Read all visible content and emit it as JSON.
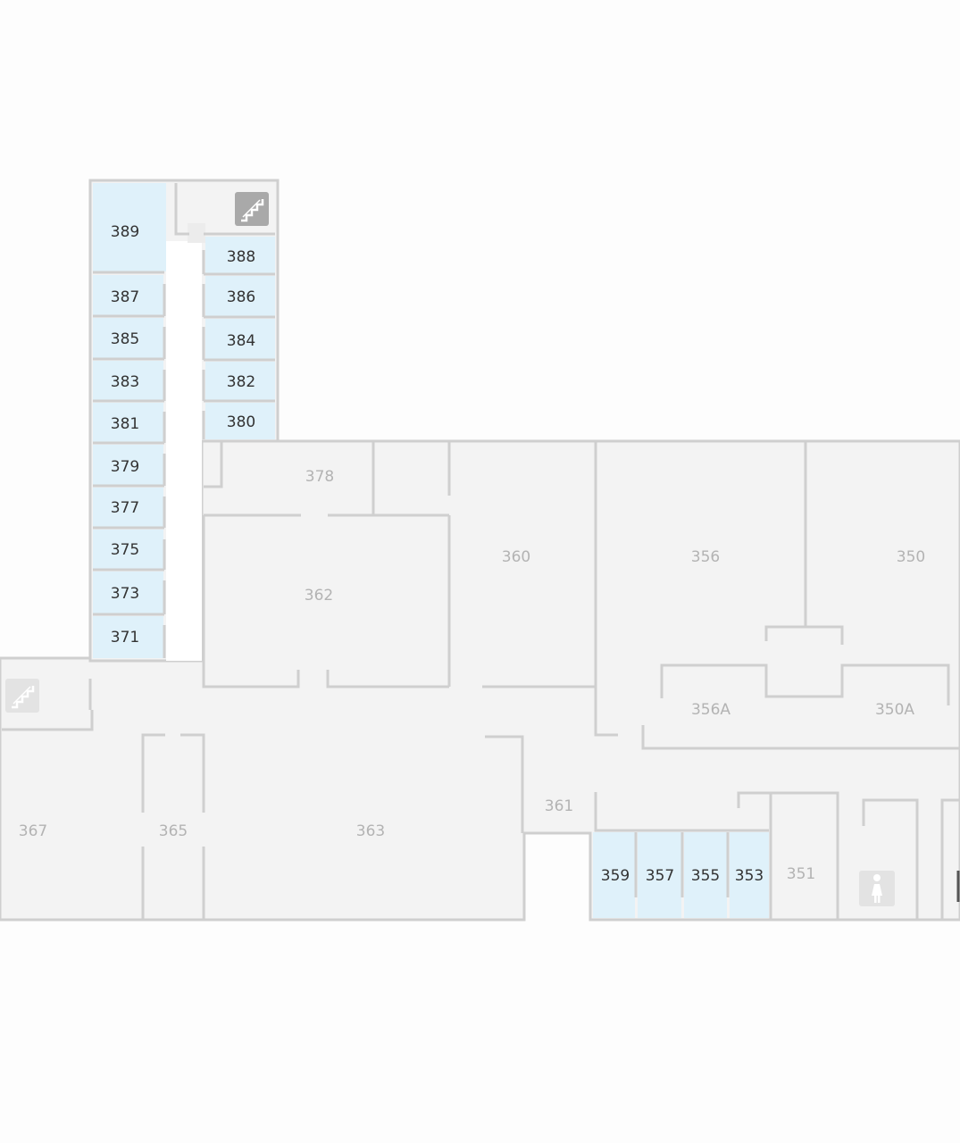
{
  "map": {
    "colors": {
      "background": "#fdfdfd",
      "building_fill": "#f3f3f3",
      "highlight_fill": "#dff1fa",
      "wall": "#cfcfcf",
      "corridor": "#ffffff",
      "icon_bg": "#a9a9a9",
      "icon_dim_bg": "#e3e3e3",
      "label_highlight": "#333333",
      "label_dim": "#b3b3b3"
    },
    "rooms": {
      "r389": "389",
      "r388": "388",
      "r387": "387",
      "r386": "386",
      "r385": "385",
      "r384": "384",
      "r383": "383",
      "r382": "382",
      "r381": "381",
      "r380": "380",
      "r379": "379",
      "r378": "378",
      "r377": "377",
      "r375": "375",
      "r373": "373",
      "r371": "371",
      "r367": "367",
      "r365": "365",
      "r363": "363",
      "r362": "362",
      "r361": "361",
      "r360": "360",
      "r359": "359",
      "r357": "357",
      "r356": "356",
      "r356A": "356A",
      "r355": "355",
      "r353": "353",
      "r351": "351",
      "r350": "350",
      "r350A": "350A"
    },
    "icons": {
      "stairs_top": "stairs-icon",
      "stairs_left": "stairs-icon",
      "restroom": "womens-restroom-icon"
    }
  }
}
